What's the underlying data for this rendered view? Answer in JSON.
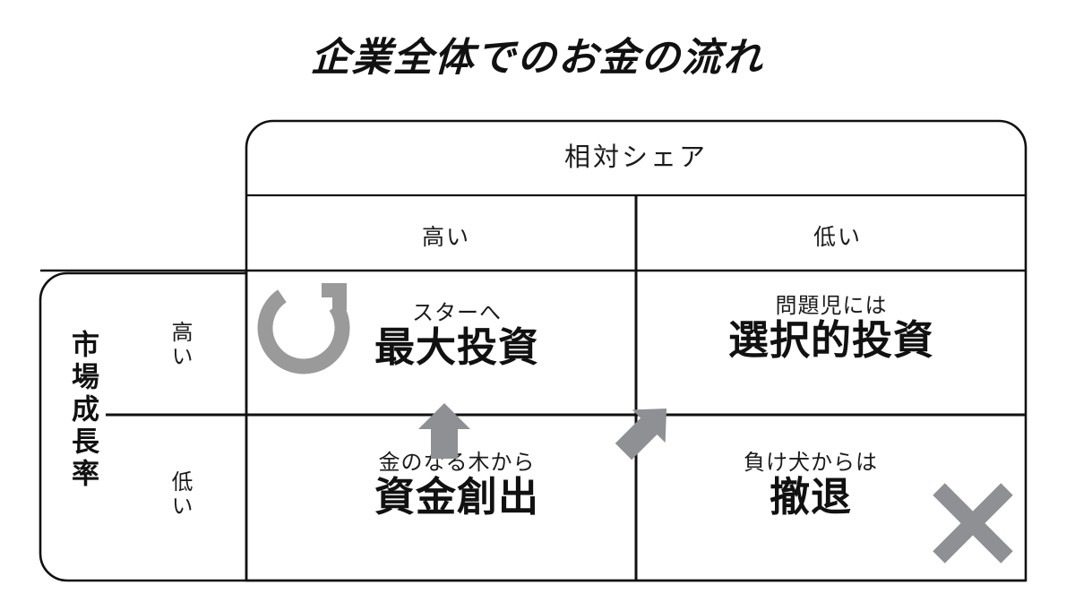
{
  "title": "企業全体でのお金の流れ",
  "matrix": {
    "column_axis_label": "相対シェア",
    "row_axis_label": "市場成長率",
    "column_labels": [
      "高い",
      "低い"
    ],
    "row_labels": [
      "高い",
      "低い"
    ],
    "quadrants": [
      {
        "position": "top-left",
        "sub": "スターへ",
        "main": "最大投資",
        "icon": "cycle-arrow-icon"
      },
      {
        "position": "top-right",
        "sub": "問題児には",
        "main": "選択的投資",
        "icon": "none"
      },
      {
        "position": "bottom-left",
        "sub": "金のなる木から",
        "main": "資金創出",
        "icon": "none"
      },
      {
        "position": "bottom-right",
        "sub": "負け犬からは",
        "main": "撤退",
        "icon": "cross-icon"
      }
    ],
    "flow_arrows": [
      {
        "name": "arrow-up-icon",
        "from": "bottom-left",
        "to": "top-left",
        "direction": "up"
      },
      {
        "name": "arrow-diagonal-icon",
        "from": "bottom-right",
        "to": "top-right",
        "direction": "up-right"
      }
    ]
  },
  "colors": {
    "line": "#111111",
    "text": "#1b1b1b",
    "icon_grey": "#8e9093",
    "background": "#ffffff"
  }
}
